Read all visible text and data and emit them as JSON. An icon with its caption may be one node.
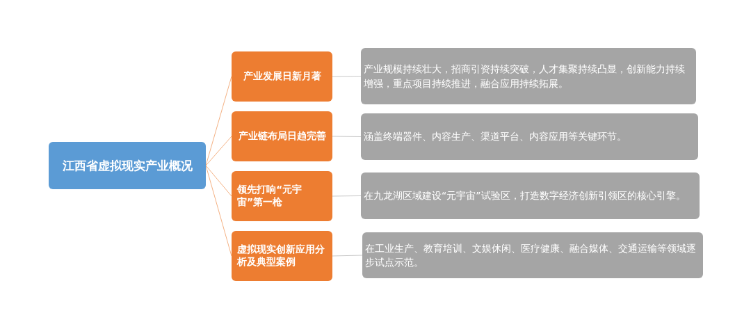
{
  "diagram": {
    "nodes": [
      {
        "text": [
          "江西省虚拟现实产业概况"
        ]
      },
      {
        "text": [
          "产业发展日新月著"
        ]
      },
      {
        "text": [
          "产业链布局日趋完善"
        ]
      },
      {
        "text": [
          "领先打响“元宇宙”第一枪"
        ]
      },
      {
        "text": [
          "虚拟现实创新应用分析及典型案例"
        ]
      },
      {
        "text": [
          "产业规模持续壮大，招商引资持续突破，人才集聚持续凸显，创新能力持续增强，重点项目持续推进，融合应用持续拓展。"
        ]
      },
      {
        "text": [
          "涵盖终端器件、内容生产、渠道平台、内容应用等关键环节。"
        ]
      },
      {
        "text": [
          "在九龙湖区域建设“元宇宙”试验区，打造数字经济创新引领区的核心引擎。"
        ]
      },
      {
        "text": [
          "在工业生产、教育培训、文娱休闲、医疗健康、融合媒体、交通运输等领域逐步试点示范。"
        ]
      }
    ],
    "edges": [
      {
        "from": 0,
        "to": 1,
        "arrow": "none",
        "color": "#f4b183"
      },
      {
        "from": 0,
        "to": 2,
        "arrow": "none",
        "color": "#f4b183"
      },
      {
        "from": 0,
        "to": 3,
        "arrow": "none",
        "color": "#f4b183"
      },
      {
        "from": 0,
        "to": 4,
        "arrow": "none",
        "color": "#f4b183"
      },
      {
        "from": 1,
        "to": 5,
        "arrow": "none"
      },
      {
        "from": 2,
        "to": 6,
        "arrow": "none"
      },
      {
        "from": 3,
        "to": 7,
        "arrow": "none"
      },
      {
        "from": 4,
        "to": 8,
        "arrow": "none"
      }
    ]
  }
}
